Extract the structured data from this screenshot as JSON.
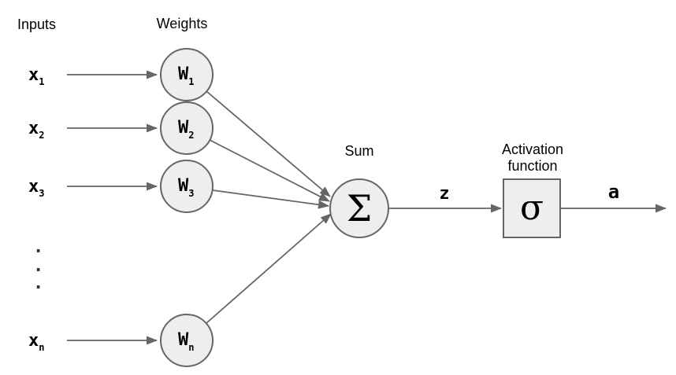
{
  "diagram": {
    "labels": {
      "inputs": "Inputs",
      "weights": "Weights",
      "sum": "Sum",
      "activation_line1": "Activation",
      "activation_line2": "function",
      "z": "z",
      "a": "a"
    },
    "inputs": [
      {
        "base": "x",
        "sub": "1"
      },
      {
        "base": "x",
        "sub": "2"
      },
      {
        "base": "x",
        "sub": "3"
      },
      {
        "base": "x",
        "sub": "n"
      }
    ],
    "weights": [
      {
        "base": "W",
        "sub": "1"
      },
      {
        "base": "W",
        "sub": "2"
      },
      {
        "base": "W",
        "sub": "3"
      },
      {
        "base": "W",
        "sub": "n"
      }
    ],
    "sum_symbol": "Σ",
    "activation_symbol": "σ",
    "ellipsis_dots": [
      ".",
      ".",
      "."
    ],
    "colors": {
      "node_fill": "#eeeeee",
      "node_stroke": "#666666",
      "connector": "#666666",
      "text": "#000000",
      "background": "#ffffff"
    }
  }
}
